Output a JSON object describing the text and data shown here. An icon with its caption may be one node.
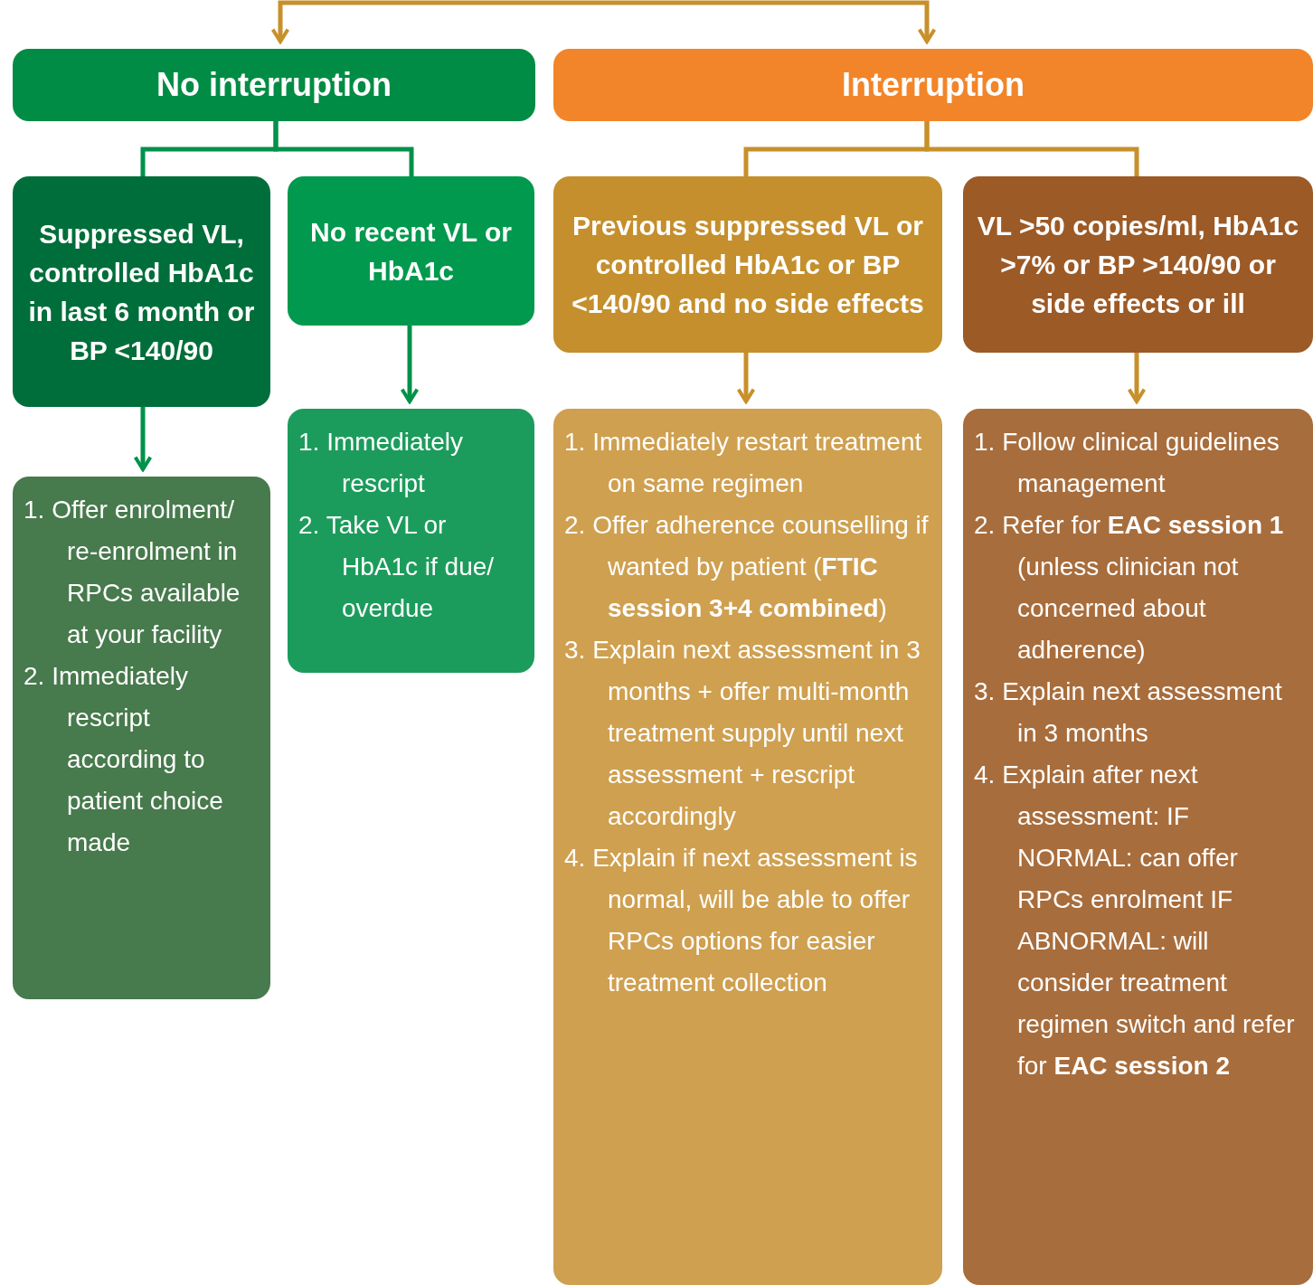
{
  "diagram": {
    "nodes": [
      {
        "text": [
          "No interruption"
        ]
      },
      {
        "text": [
          "Interruption"
        ]
      },
      {
        "text": [
          "Suppressed VL, controlled HbA1c in last 6 month or BP <140/90"
        ]
      },
      {
        "text": [
          "No recent VL or HbA1c"
        ]
      },
      {
        "text": [
          "Previous suppressed VL or controlled HbA1c or BP <140/90 and no side effects"
        ]
      },
      {
        "text": [
          "VL >50 copies/ml, HbA1c >7% or BP >140/90 or side effects or ill"
        ]
      },
      {
        "text": [
          "1. Offer enrolment/ re-enrolment in RPCs available at your facility",
          "2. Immediately rescript according to patient choice made"
        ]
      },
      {
        "text": [
          "1. Immediately rescript",
          "2. Take VL or HbA1c if due/ overdue"
        ]
      },
      {
        "text": [
          "1. Immediately restart treatment on same regimen",
          "2. Offer adherence counselling if wanted by patient (**FTIC session 3+4 combined**)",
          "3. Explain next assessment in 3 months + offer multi-month treatment supply until next assessment + rescript accordingly",
          "4. Explain if next assessment is normal, will be able to offer RPCs options for easier treatment collection"
        ]
      },
      {
        "text": [
          "1. Follow clinical guidelines management",
          "2. Refer for **EAC session 1** (unless clinician not concerned about adherence)",
          "3. Explain next assessment in 3 months",
          "4. Explain after next assessment: IF NORMAL: can offer RPCs enrolment IF ABNORMAL: will consider treatment regimen switch and refer for **EAC session 2**"
        ]
      }
    ],
    "edges": [
      {
        "from": null,
        "to": 0,
        "arrow": "to",
        "color": "#c8902a"
      },
      {
        "from": null,
        "to": 1,
        "arrow": "to",
        "color": "#c8902a"
      },
      {
        "from": 0,
        "to": 2,
        "arrow": "none",
        "color": "#00914a"
      },
      {
        "from": 0,
        "to": 3,
        "arrow": "none",
        "color": "#00914a"
      },
      {
        "from": 1,
        "to": 4,
        "arrow": "none",
        "color": "#c8902a"
      },
      {
        "from": 1,
        "to": 5,
        "arrow": "none",
        "color": "#c8902a"
      },
      {
        "from": 2,
        "to": 6,
        "arrow": "to",
        "color": "#00914a"
      },
      {
        "from": 3,
        "to": 7,
        "arrow": "to",
        "color": "#00914a"
      },
      {
        "from": 4,
        "to": 8,
        "arrow": "to",
        "color": "#c8902a"
      },
      {
        "from": 5,
        "to": 9,
        "arrow": "to",
        "color": "#c8902a"
      }
    ]
  }
}
